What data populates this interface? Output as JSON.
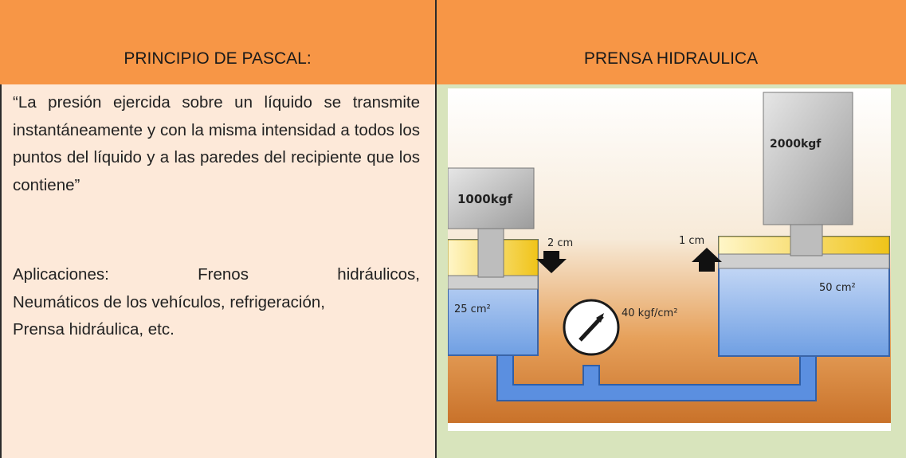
{
  "header": {
    "left_title": "PRINCIPIO DE PASCAL:",
    "right_title": "PRENSA HIDRAULICA"
  },
  "principle": {
    "text": "“La presión ejercida sobre un líquido se transmite instantáneamente y con la misma intensidad a todos los puntos del líquido y a las paredes del recipiente que los contiene”"
  },
  "applications": {
    "label": "Aplicaciones:",
    "item1": "Frenos",
    "item2": "hidráulicos,",
    "rest_line2": "Neumáticos de los vehículos, refrigeración,",
    "rest_line3": "Prensa hidráulica, etc."
  },
  "diagram": {
    "small_weight": "1000kgf",
    "large_weight": "2000kgf",
    "small_displacement": "2 cm",
    "large_displacement": "1 cm",
    "small_area": "25 cm²",
    "large_area": "50 cm²",
    "pressure": "40 kgf/cm²"
  }
}
